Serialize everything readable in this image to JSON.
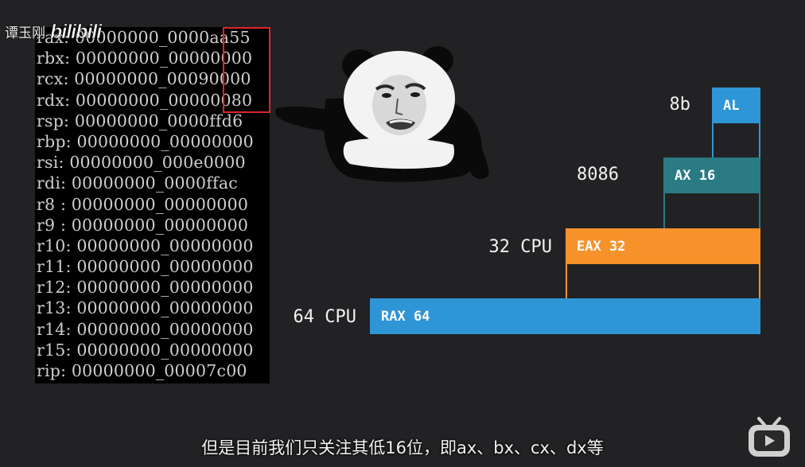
{
  "watermark": {
    "author": "谭玉刚",
    "logo_text": "bilibili",
    "logo_icon": "bilibili-logo-icon"
  },
  "registers": [
    {
      "name": "rax:",
      "value": "00000000_0000aa55"
    },
    {
      "name": "rbx:",
      "value": "00000000_00000000"
    },
    {
      "name": "rcx:",
      "value": "00000000_00090000"
    },
    {
      "name": "rdx:",
      "value": "00000000_00000080"
    },
    {
      "name": "rsp:",
      "value": "00000000_0000ffd6"
    },
    {
      "name": "rbp:",
      "value": "00000000_00000000"
    },
    {
      "name": "rsi:",
      "value": "00000000_000e0000"
    },
    {
      "name": "rdi:",
      "value": "00000000_0000ffac"
    },
    {
      "name": "r8 :",
      "value": "00000000_00000000"
    },
    {
      "name": "r9 :",
      "value": "00000000_00000000"
    },
    {
      "name": "r10:",
      "value": "00000000_00000000"
    },
    {
      "name": "r11:",
      "value": "00000000_00000000"
    },
    {
      "name": "r12:",
      "value": "00000000_00000000"
    },
    {
      "name": "r13:",
      "value": "00000000_00000000"
    },
    {
      "name": "r14:",
      "value": "00000000_00000000"
    },
    {
      "name": "r15:",
      "value": "00000000_00000000"
    },
    {
      "name": "rip:",
      "value": "00000000_00007c00"
    }
  ],
  "highlight": {
    "color": "#d9262b"
  },
  "meme": {
    "icon": "panda-meme-pointing-icon"
  },
  "diagram": {
    "bars": {
      "rax": {
        "label": "RAX 64",
        "color": "#2e95d6"
      },
      "eax": {
        "label": "EAX 32",
        "color": "#f7922a"
      },
      "ax": {
        "label": "AX 16",
        "color": "#2a7b84"
      },
      "al": {
        "label": "AL",
        "color": "#2e95d6"
      }
    },
    "size_labels": {
      "cpu64": "64 CPU",
      "cpu32": "32 CPU",
      "cpu8086": "8086",
      "bits8": "8b"
    }
  },
  "subtitle": "但是目前我们只关注其低16位，即ax、bx、cx、dx等",
  "player": {
    "icon": "bilibili-tv-icon"
  }
}
